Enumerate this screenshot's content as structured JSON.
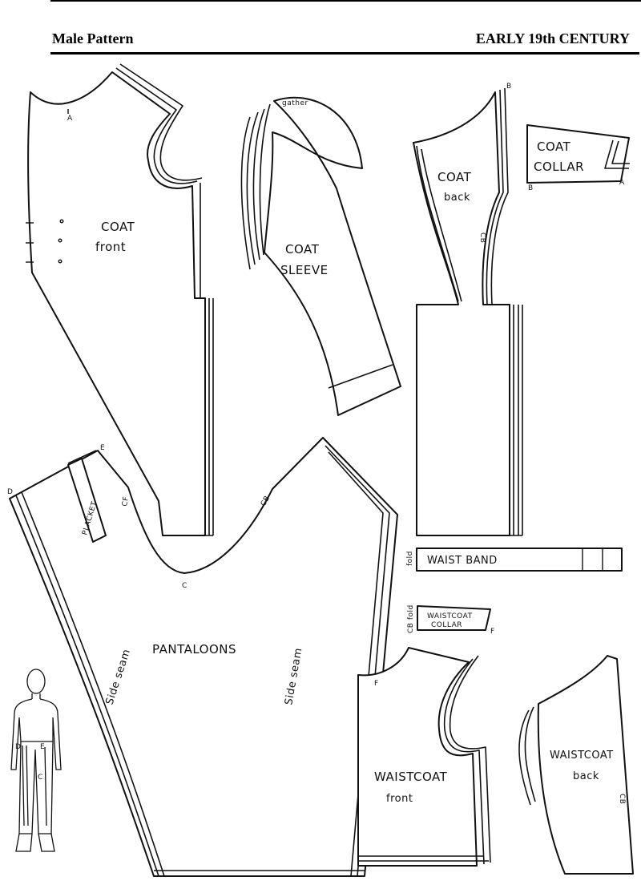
{
  "header": {
    "left_title": "Male Pattern",
    "right_title": "EARLY 19th CENTURY"
  },
  "pieces": {
    "coat_front": {
      "line1": "COAT",
      "line2": "front",
      "marks": [
        "A"
      ]
    },
    "coat_sleeve": {
      "line1": "COAT",
      "line2": "SLEEVE",
      "gather": "gather"
    },
    "coat_back": {
      "line1": "COAT",
      "line2": "back",
      "marks": [
        "B"
      ],
      "cb": "CB"
    },
    "coat_collar": {
      "line1": "COAT",
      "line2": "COLLAR",
      "marks": [
        "B",
        "A"
      ]
    },
    "pantaloons": {
      "label": "PANTALOONS",
      "side_seam": "Side seam",
      "marks": [
        "D",
        "E",
        "C"
      ],
      "cf": "CF",
      "cb": "CB"
    },
    "placket": {
      "label": "PLACKET"
    },
    "waist_band": {
      "label": "WAIST BAND",
      "fold": "fold"
    },
    "waistcoat_collar": {
      "line1": "WAISTCOAT",
      "line2": "COLLAR",
      "cb_fold": "CB fold",
      "mark": "F"
    },
    "waistcoat_front": {
      "line1": "WAISTCOAT",
      "line2": "front",
      "mark": "F"
    },
    "waistcoat_back": {
      "line1": "WAISTCOAT",
      "line2": "back",
      "cb": "CB"
    }
  }
}
